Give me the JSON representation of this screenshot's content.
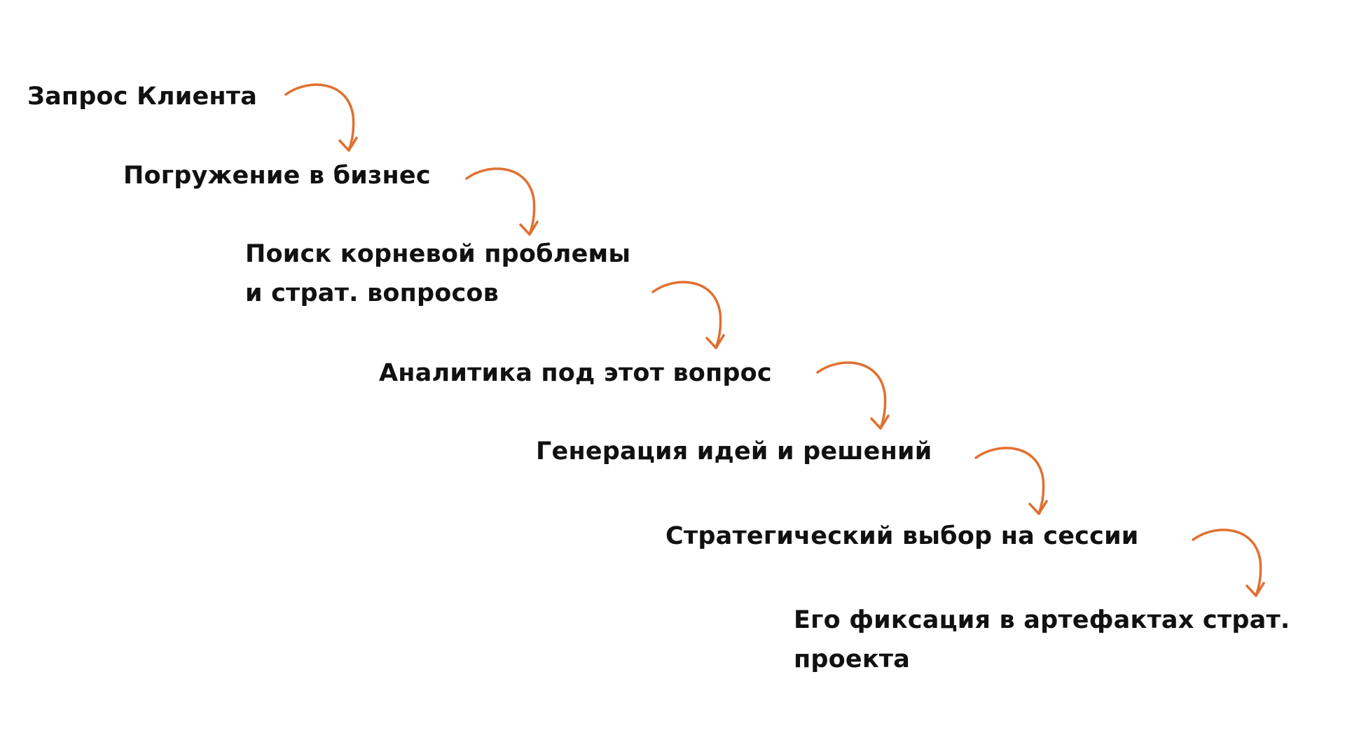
{
  "diagram": {
    "accent_color": "#E07030",
    "text_color": "#111111",
    "steps": [
      {
        "lines": [
          "Запрос Клиента"
        ]
      },
      {
        "lines": [
          "Погружение в бизнес"
        ]
      },
      {
        "lines": [
          "Поиск корневой проблемы",
          "и страт. вопросов"
        ]
      },
      {
        "lines": [
          "Аналитика под этот вопрос"
        ]
      },
      {
        "lines": [
          "Генерация идей и решений"
        ]
      },
      {
        "lines": [
          "Стратегический выбор на сессии"
        ]
      },
      {
        "lines": [
          "Его фиксация в артефактах страт.",
          "проекта"
        ]
      }
    ],
    "connectors": [
      {
        "icon": "curved-arrow-down-right-icon"
      },
      {
        "icon": "curved-arrow-down-right-icon"
      },
      {
        "icon": "curved-arrow-down-right-icon"
      },
      {
        "icon": "curved-arrow-down-right-icon"
      },
      {
        "icon": "curved-arrow-down-right-icon"
      },
      {
        "icon": "curved-arrow-down-right-icon"
      }
    ]
  }
}
